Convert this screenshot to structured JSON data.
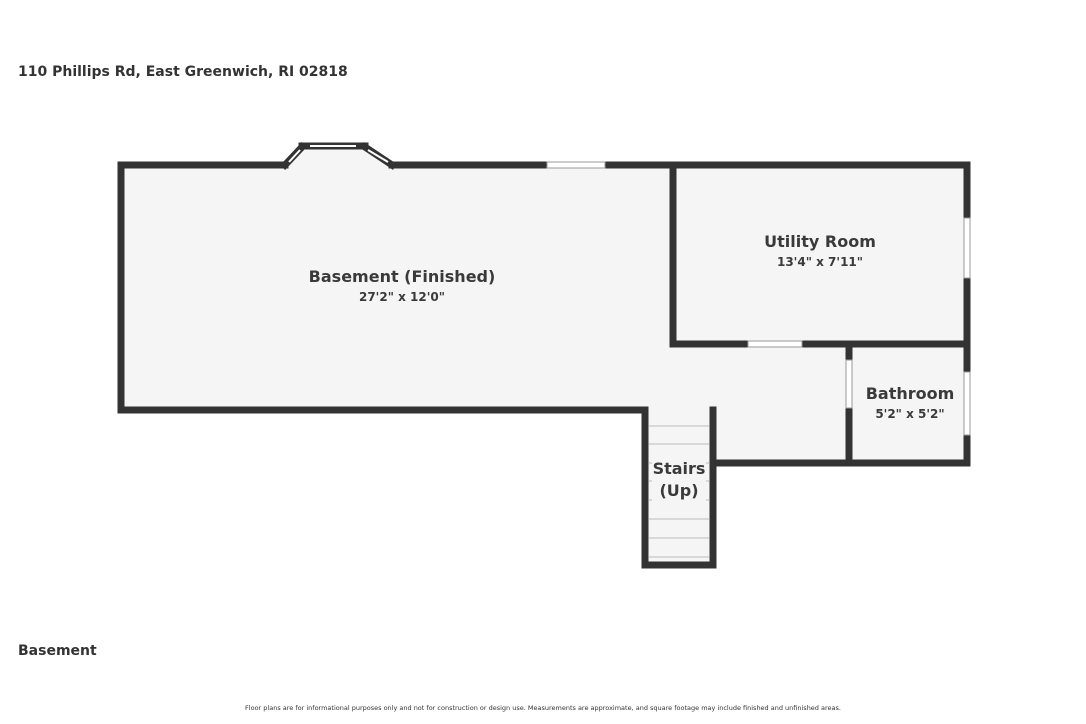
{
  "header": {
    "address": "110 Phillips Rd, East Greenwich, RI 02818"
  },
  "floor": {
    "name": "Basement"
  },
  "footer": {
    "disclaimer": "Floor plans are for informational purposes only and not for construction or design use. Measurements are approximate, and square footage may include finished and unfinished areas."
  },
  "rooms": {
    "basement": {
      "name": "Basement (Finished)",
      "dims": "27'2\" x 12'0\""
    },
    "utility": {
      "name": "Utility Room",
      "dims": "13'4\" x 7'11\""
    },
    "bathroom": {
      "name": "Bathroom",
      "dims": "5'2\" x 5'2\""
    },
    "stairs": {
      "name_line1": "Stairs",
      "name_line2": "(Up)"
    }
  },
  "colors": {
    "wall": "#333333",
    "floor": "#f5f5f5",
    "text": "#333333"
  }
}
